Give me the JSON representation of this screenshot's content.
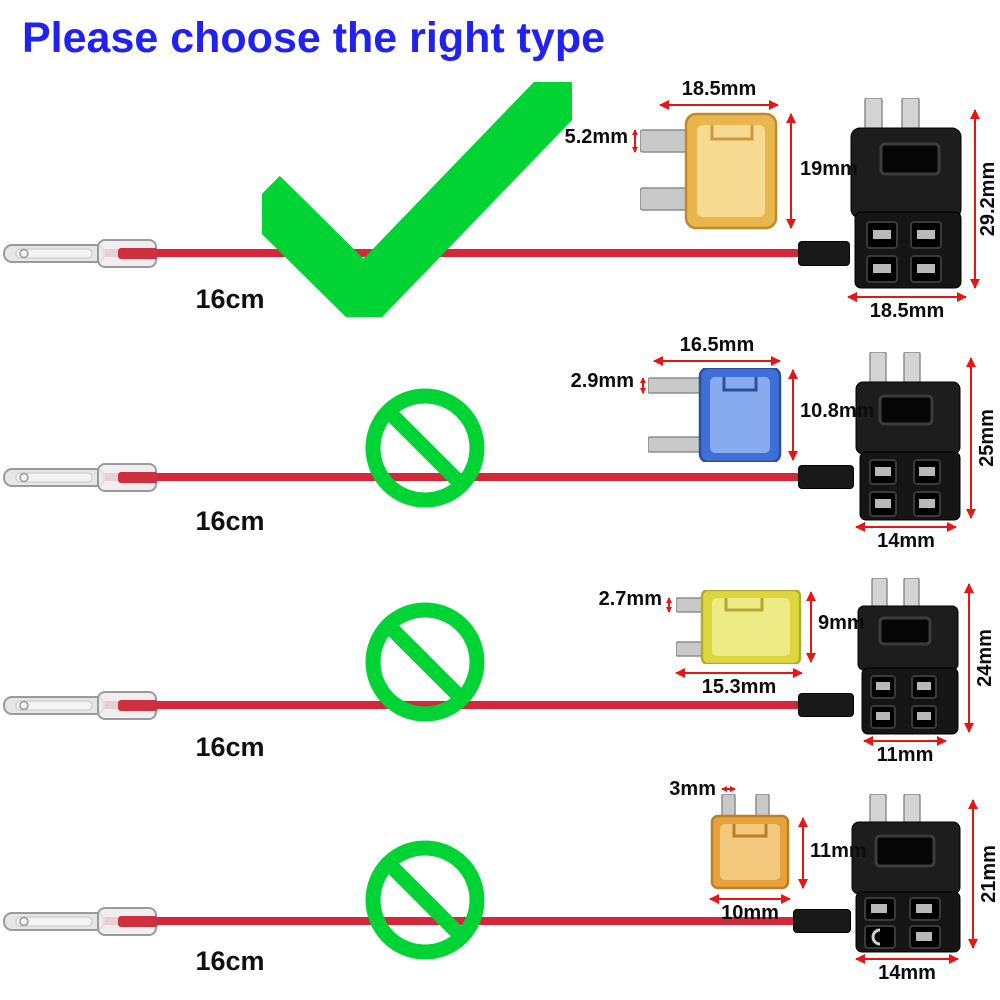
{
  "title": "Please choose the right type",
  "colors": {
    "title_blue": "#2222ee",
    "dimension_red": "#e81515",
    "mark_green": "#00d435",
    "wire_red": "#d4283a",
    "ato_fuse": "#e9b64d",
    "mini_fuse": "#3f6fd6",
    "low_profile_fuse": "#ddd63f",
    "micro2_fuse": "#e6a23d"
  },
  "rows": [
    {
      "type": "standard-ato-fuse-tap",
      "verdict_icon": "checkmark",
      "wire_length": "16cm",
      "dims": {
        "fuse_width": "18.5mm",
        "blade": "5.2mm",
        "fuse_height": "19mm",
        "holder_height": "29.2mm",
        "holder_width": "18.5mm"
      }
    },
    {
      "type": "mini-fuse-tap",
      "verdict_icon": "no-symbol",
      "wire_length": "16cm",
      "dims": {
        "fuse_width": "16.5mm",
        "blade": "2.9mm",
        "fuse_height": "10.8mm",
        "holder_height": "25mm",
        "holder_width": "14mm"
      }
    },
    {
      "type": "low-profile-mini-fuse-tap",
      "verdict_icon": "no-symbol",
      "wire_length": "16cm",
      "dims": {
        "blade": "2.7mm",
        "fuse_height": "9mm",
        "fuse_width": "15.3mm",
        "holder_height": "24mm",
        "holder_width": "11mm"
      }
    },
    {
      "type": "micro2-fuse-tap",
      "verdict_icon": "no-symbol",
      "wire_length": "16cm",
      "dims": {
        "blade": "3mm",
        "fuse_height": "11mm",
        "fuse_width": "10mm",
        "holder_height": "21mm",
        "holder_width": "14mm"
      }
    }
  ]
}
